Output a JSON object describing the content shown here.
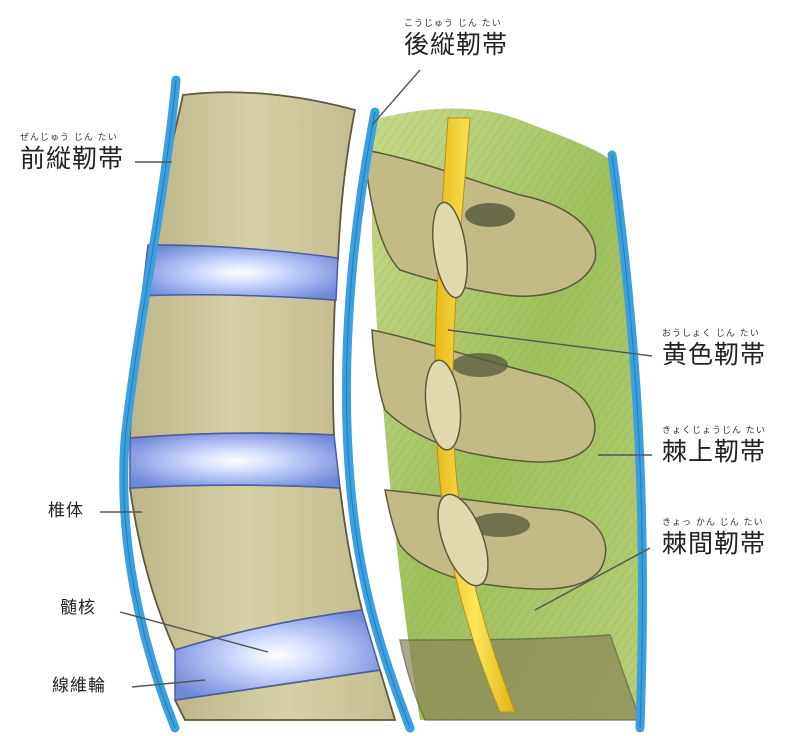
{
  "labels": {
    "posterior_longitudinal": {
      "ruby": "こうじゅう じん たい",
      "text": "後縦靭帯"
    },
    "anterior_longitudinal": {
      "ruby": "ぜんじゅう じん たい",
      "text": "前縦靭帯"
    },
    "ligamentum_flavum": {
      "ruby": "おうしょく じん たい",
      "text": "黄色靭帯"
    },
    "supraspinous": {
      "ruby": "きょくじょうじん たい",
      "text": "棘上靭帯"
    },
    "interspinous": {
      "ruby": "きょっ かん じん たい",
      "text": "棘間靭帯"
    },
    "vertebral_body": {
      "text": "椎体"
    },
    "nucleus_pulposus": {
      "text": "髄核"
    },
    "annulus_fibrosus": {
      "text": "線維輪"
    }
  },
  "colors": {
    "ligament_blue": "#3aa0e0",
    "bone": "#cfc89e",
    "disc": "#8fa8e8",
    "flavum_yellow": "#f2d22a",
    "muscle_green": "#a9c76a"
  }
}
